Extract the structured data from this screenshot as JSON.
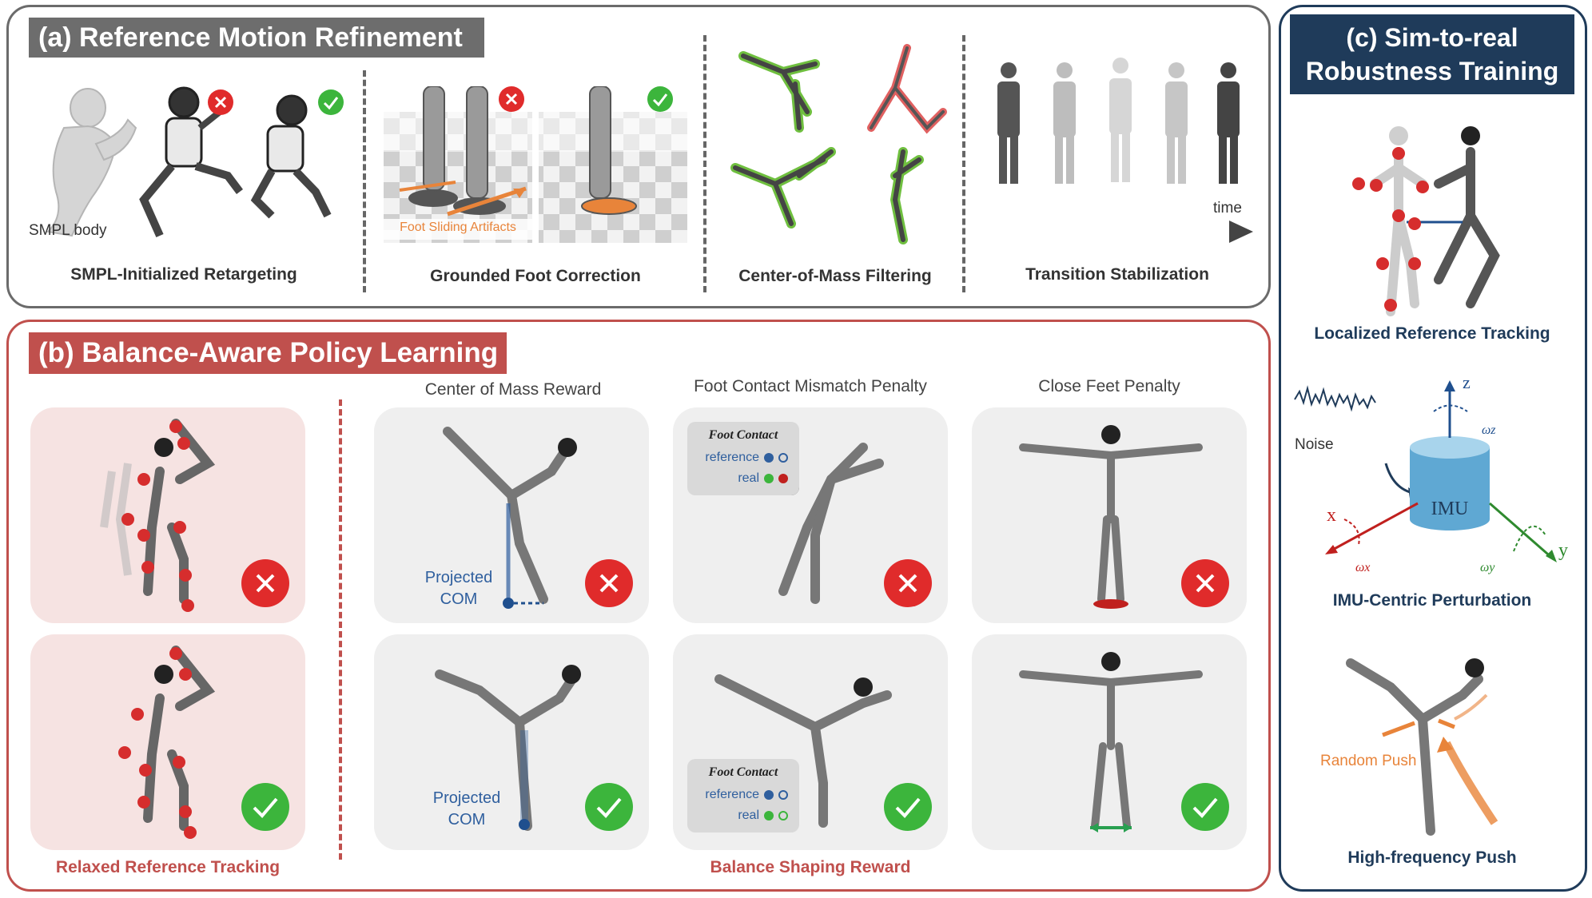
{
  "panel_a": {
    "title": "(a) Reference Motion Refinement",
    "smpl_body_label": "SMPL body",
    "foot_sliding_label": "Foot Sliding Artifacts",
    "time_label": "time",
    "captions": [
      "SMPL-Initialized Retargeting",
      "Grounded Foot Correction",
      "Center-of-Mass Filtering",
      "Transition Stabilization"
    ]
  },
  "panel_b": {
    "title": "(b)  Balance-Aware Policy Learning",
    "column_titles": [
      "Center of Mass Reward",
      "Foot Contact Mismatch Penalty",
      "Close Feet Penalty"
    ],
    "projected_com": [
      "Projected",
      "COM"
    ],
    "foot_contact": {
      "title": "Foot Contact",
      "reference_label": "reference",
      "real_label": "real"
    },
    "captions": [
      "Relaxed Reference Tracking",
      "Balance Shaping Reward"
    ]
  },
  "panel_c": {
    "title_line1": "(c) Sim-to-real",
    "title_line2": "Robustness Training",
    "captions": [
      "Localized Reference Tracking",
      "IMU-Centric Perturbation",
      "High-frequency Push"
    ],
    "noise_label": "Noise",
    "imu_label": "IMU",
    "axes": {
      "x": "x",
      "y": "y",
      "z": "z",
      "omega_x": "ωx",
      "omega_y": "ωy",
      "omega_z": "ωz"
    },
    "random_push_label": "Random Push"
  },
  "colors": {
    "gray_header": "#6d6d6d",
    "red_header": "#c0504d",
    "navy_header": "#1f3b5a",
    "bad": "#e02b2b",
    "good": "#3cb53c",
    "blue": "#2f5f9e",
    "orange": "#e8843a"
  },
  "icons": [
    "cross-icon",
    "check-icon",
    "arrow-icon",
    "robot-figure",
    "imu-cylinder"
  ]
}
